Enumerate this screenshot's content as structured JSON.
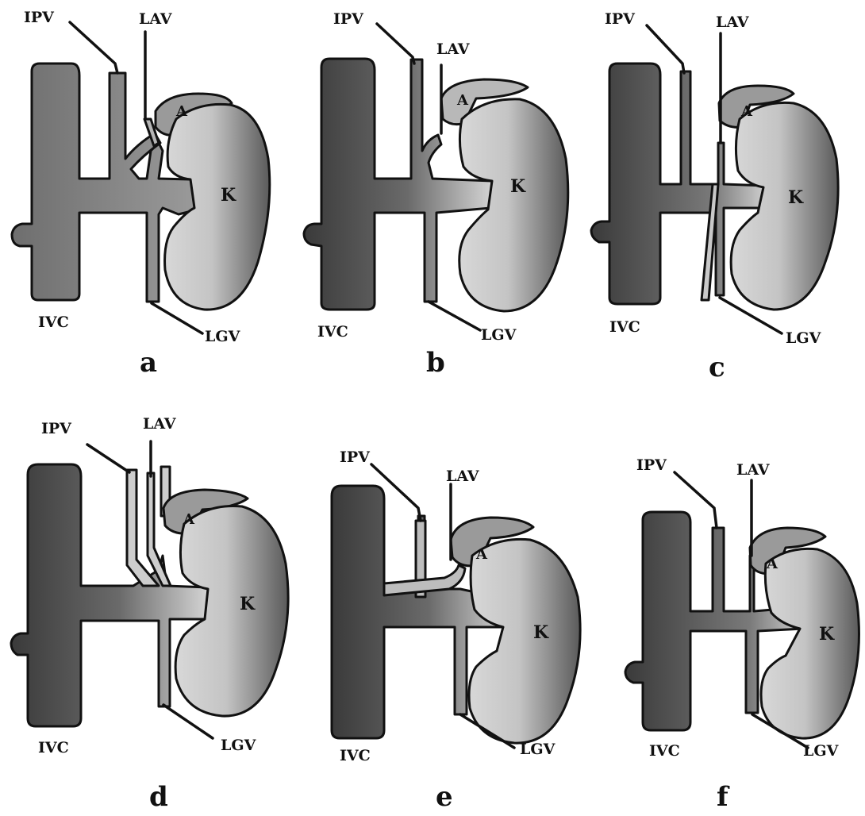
{
  "labels": {
    "ipv": "IPV",
    "lav": "LAV",
    "lgv": "LGV",
    "ivc": "IVC",
    "adrenal": "A",
    "kidney": "K"
  },
  "panels": [
    {
      "label": "a"
    },
    {
      "label": "b"
    },
    {
      "label": "c"
    },
    {
      "label": "d"
    },
    {
      "label": "e"
    },
    {
      "label": "f"
    }
  ]
}
